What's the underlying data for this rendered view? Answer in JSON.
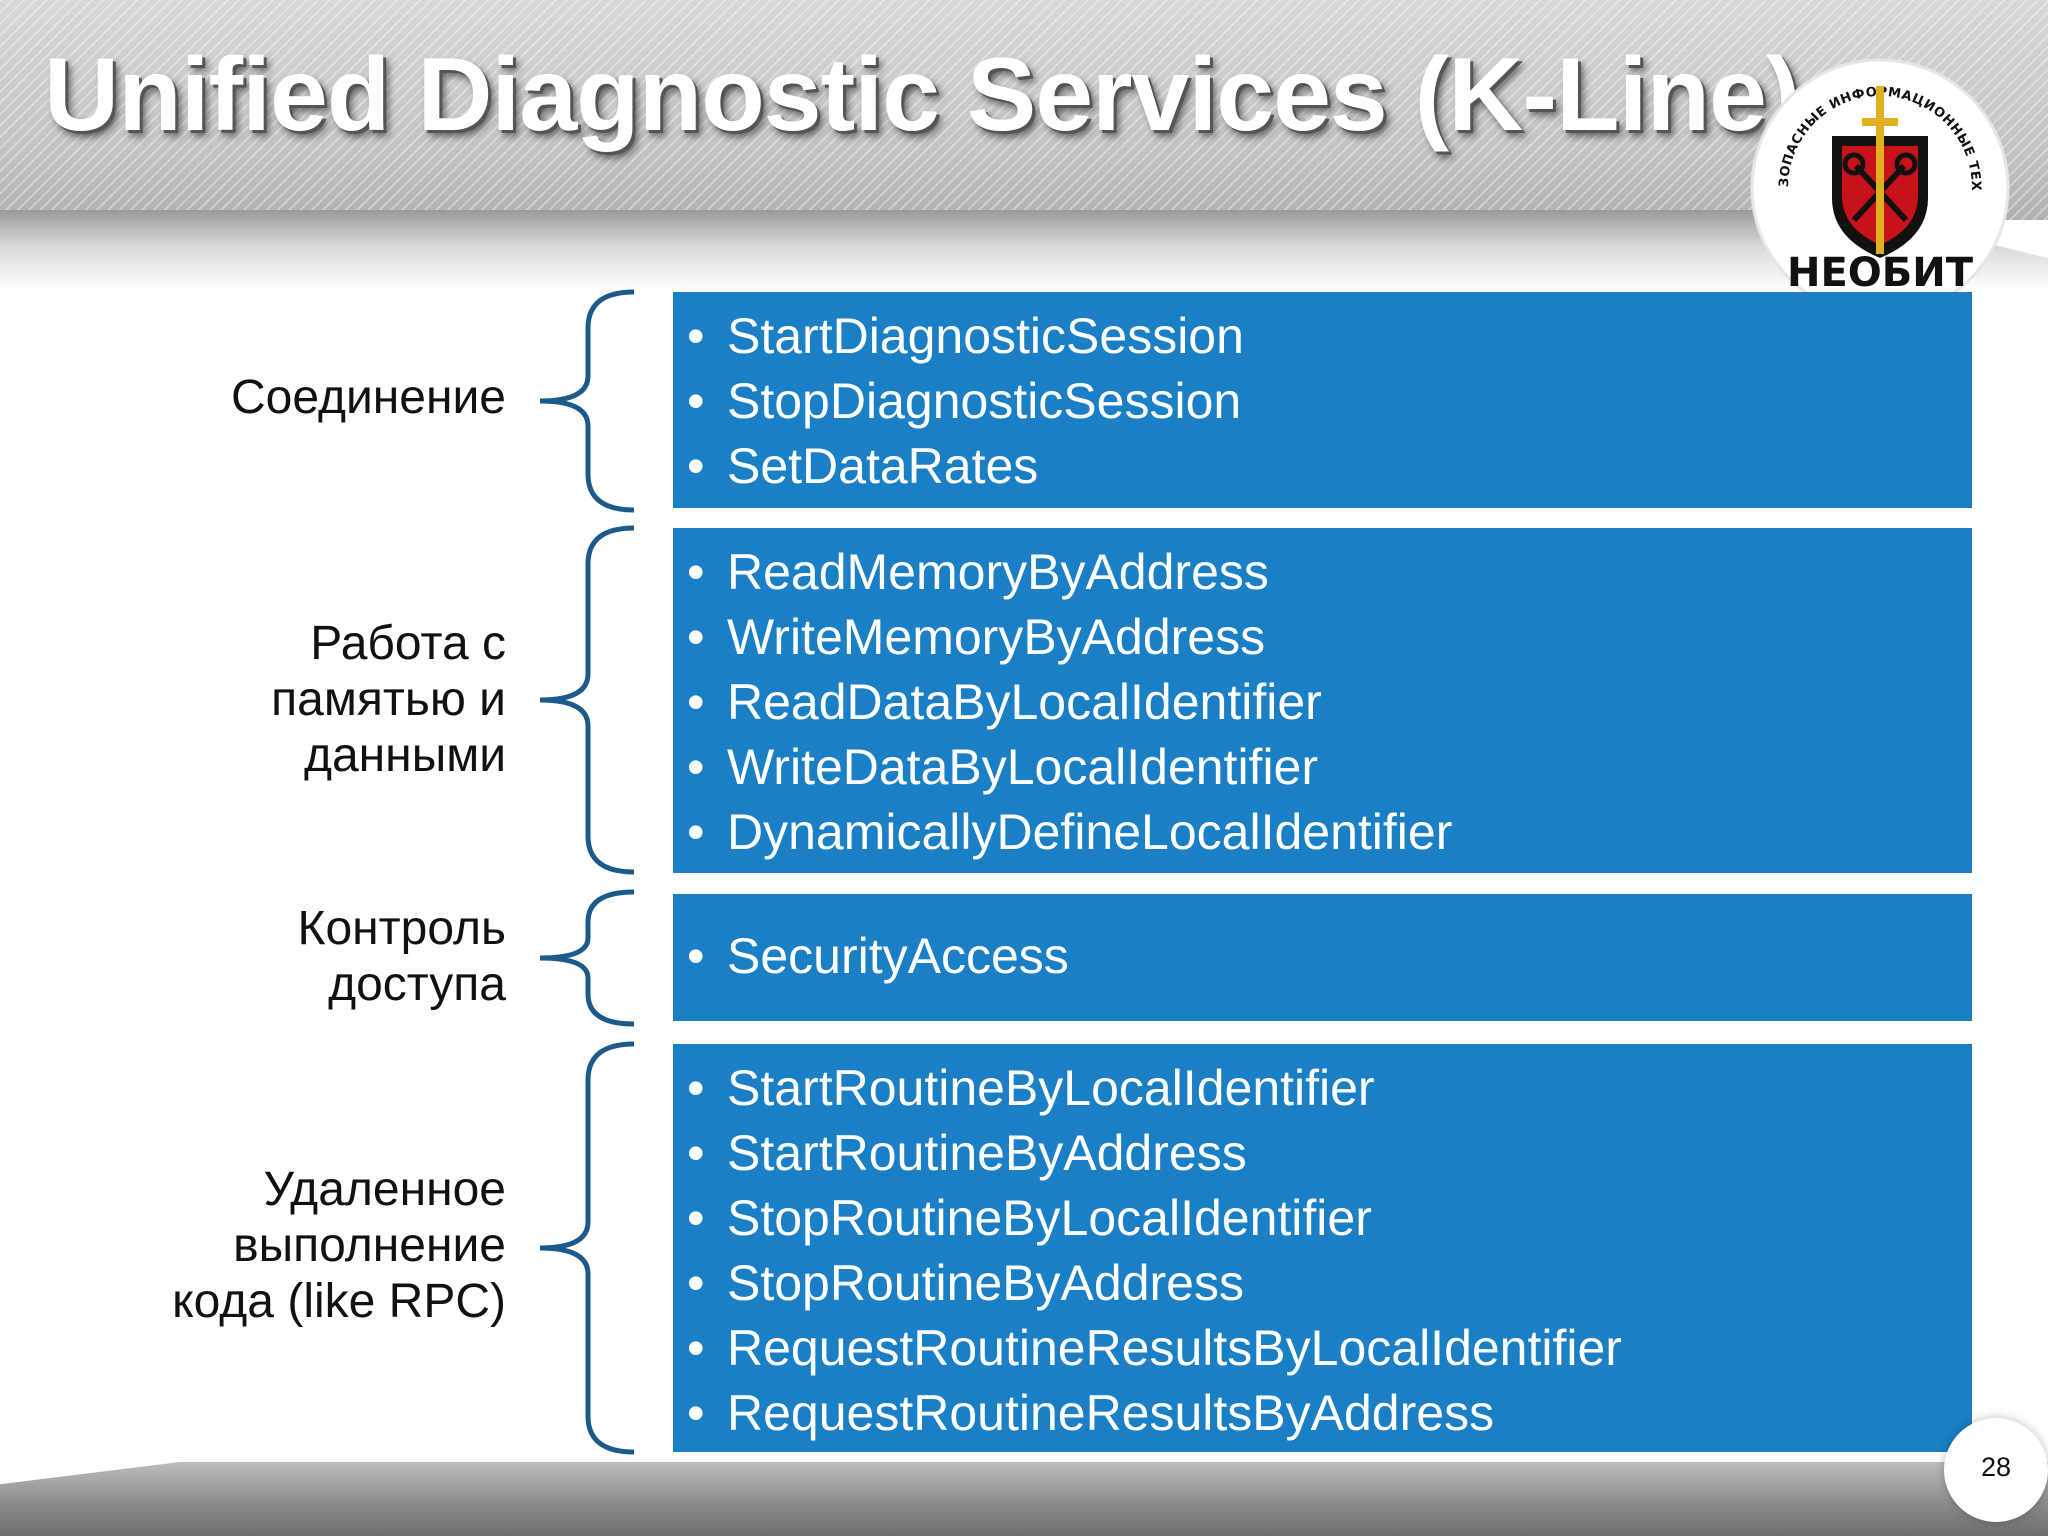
{
  "title": "Unified Diagnostic Services (K-Line)",
  "logo": {
    "arc_text": "НОВЫЕ БЕЗОПАСНЫЕ ИНФОРМАЦИОННЫЕ ТЕХНОЛОГИИ",
    "wordmark": "НЕОБИТ",
    "colors": {
      "shield_red": "#c8121b",
      "shield_black": "#111111",
      "sword_gold": "#e0b020"
    }
  },
  "groups": [
    {
      "label": "Соединение",
      "items": [
        "StartDiagnosticSession",
        "StopDiagnosticSession",
        "SetDataRates"
      ]
    },
    {
      "label": "Работа с\nпамятью и\nданными",
      "items": [
        "ReadMemoryByAddress",
        "WriteMemoryByAddress",
        "ReadDataByLocalIdentifier",
        "WriteDataByLocalIdentifier",
        "DynamicallyDefineLocalIdentifier"
      ]
    },
    {
      "label": "Контроль\nдоступа",
      "items": [
        "SecurityAccess"
      ]
    },
    {
      "label": "Удаленное\nвыполнение\nкода (like RPC)",
      "items": [
        "StartRoutineByLocalIdentifier",
        "StartRoutineByAddress",
        "StopRoutineByLocalIdentifier",
        "StopRoutineByAddress",
        "RequestRoutineResultsByLocalIdentifier",
        "RequestRoutineResultsByAddress"
      ]
    }
  ],
  "bullet": "•",
  "page_number": "28",
  "colors": {
    "box_blue": "#1a7fc4",
    "brace_blue": "#1d5a8c",
    "label_text": "#111111"
  }
}
